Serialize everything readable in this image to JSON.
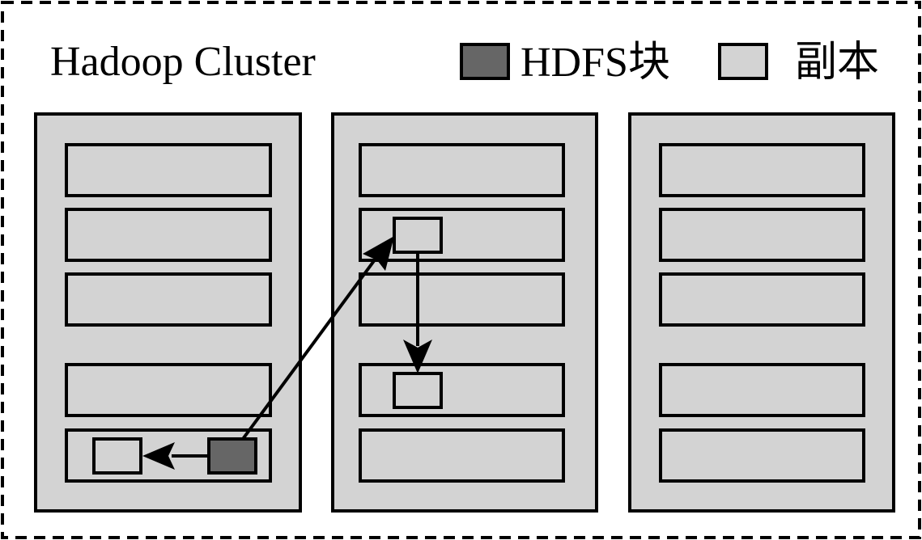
{
  "cluster": {
    "title": "Hadoop Cluster",
    "racks": 3,
    "nodes_per_rack": 5
  },
  "legend": {
    "hdfs_block_label": "HDFS块",
    "replica_label": "副本"
  },
  "colors": {
    "frame": "#000000",
    "rack_fill": "#d3d3d3",
    "node_fill": "#d3d3d3",
    "hdfs_block_fill": "#666666",
    "replica_fill": "#d3d3d3",
    "background": "#ffffff"
  },
  "replication": {
    "source": "rack 1, node 5 (HDFS block)",
    "targets": [
      "rack 1, node 5 (replica)",
      "rack 2, node 2 (replica)",
      "rack 2, node 4 (replica)"
    ]
  }
}
